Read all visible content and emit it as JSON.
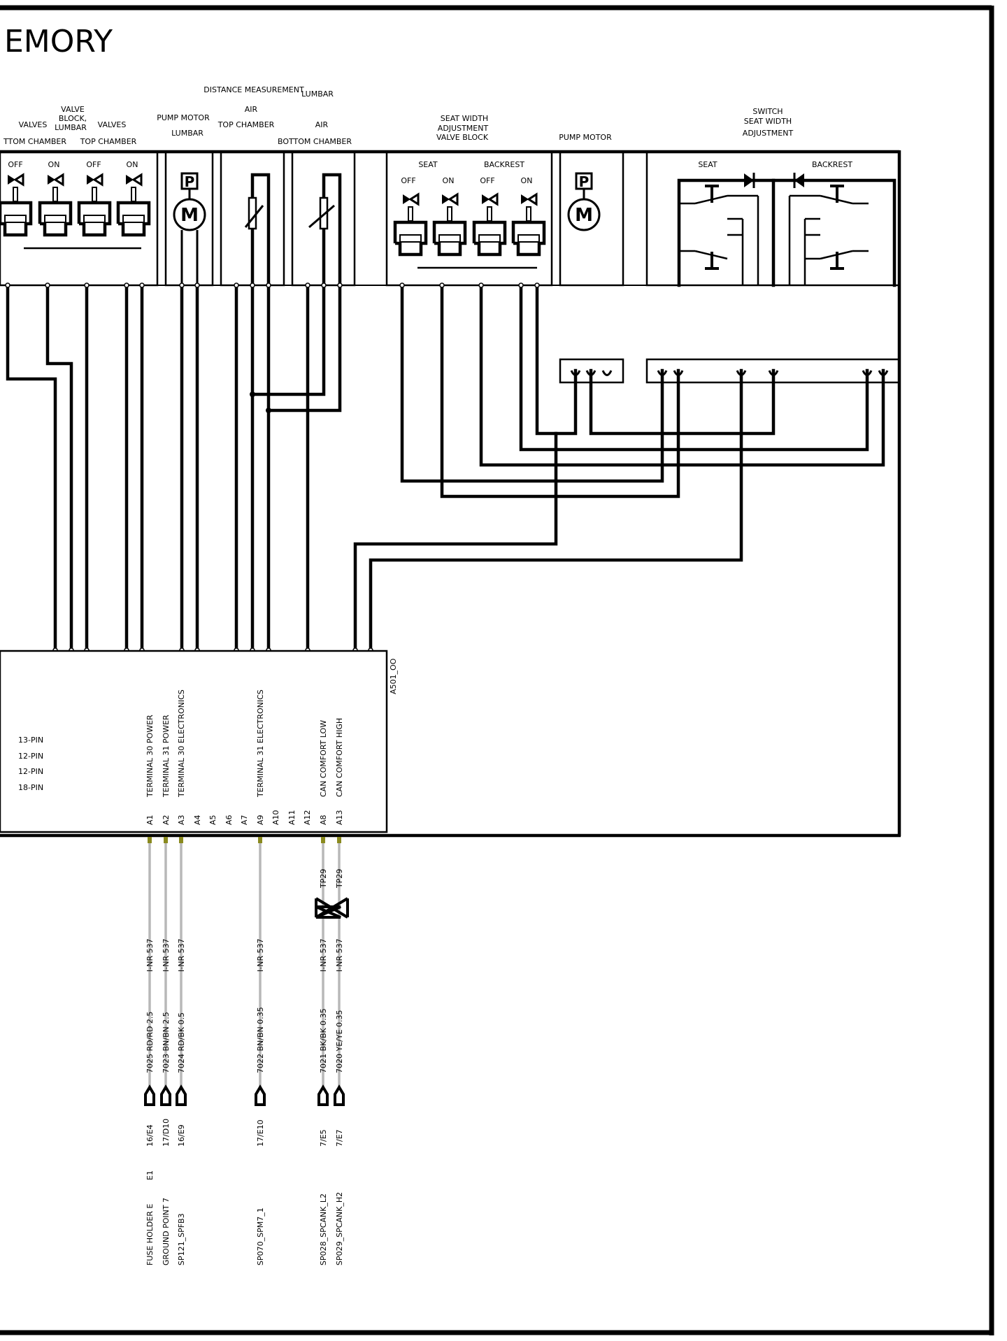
{
  "title": "EMORY",
  "labels": {
    "valves_bottom": "VALVES",
    "bottom_chamber": "TTOM CHAMBER",
    "valve_block_lumbar": [
      "VALVE",
      "BLOCK,",
      "LUMBAR"
    ],
    "valves_top": "VALVES",
    "top_chamber": "TOP CHAMBER",
    "pump_motor_lumbar": [
      "PUMP MOTOR",
      "LUMBAR"
    ],
    "distance_measurement": "DISTANCE MEASUREMENT",
    "lumbar": "LUMBAR",
    "air_top": [
      "AIR",
      "TOP CHAMBER"
    ],
    "air_bottom": [
      "AIR",
      "BOTTOM CHAMBER"
    ],
    "seat_width_valve_block": [
      "SEAT WIDTH",
      "ADJUSTMENT",
      "VALVE BLOCK"
    ],
    "pump_motor": "PUMP MOTOR",
    "switch_seat_width": [
      "SWITCH",
      "SEAT WIDTH",
      "ADJUSTMENT"
    ],
    "off": "OFF",
    "on": "ON",
    "seat": "SEAT",
    "backrest": "BACKREST",
    "pump_symbol": "P",
    "motor_symbol": "M"
  },
  "control_unit": {
    "id": "A501_OO",
    "pin_counts": [
      "13-PIN",
      "12-PIN",
      "12-PIN",
      "18-PIN"
    ],
    "signals": {
      "A1": "TERMINAL 30 POWER",
      "A2": "TERMINAL 31 POWER",
      "A3": "TERMINAL 30 ELECTRONICS",
      "A9": "TERMINAL 31 ELECTRONICS",
      "A8": "CAN COMFORT LOW",
      "A13": "CAN COMFORT HIGH"
    },
    "pins": [
      "A1",
      "A2",
      "A3",
      "A4",
      "A5",
      "A6",
      "A7",
      "A9",
      "A10",
      "A11",
      "A12",
      "A8",
      "A13"
    ]
  },
  "wires": [
    {
      "pin": "A1",
      "connector": "I-NR 537",
      "wire": "7025 RD/RD 2.5",
      "location": "16/E4",
      "destination": "FUSE HOLDER E",
      "extra": "E1"
    },
    {
      "pin": "A2",
      "connector": "I-NR 537",
      "wire": "7023 BN/BN 2.5",
      "location": "17/D10",
      "destination": "GROUND POINT 7"
    },
    {
      "pin": "A3",
      "connector": "I-NR 537",
      "wire": "7024 RD/BK 0.5",
      "location": "16/E9",
      "destination": "SP121_SPFB3"
    },
    {
      "pin": "A9",
      "connector": "I-NR 537",
      "wire": "7022 BN/BN 0.35",
      "location": "17/E10",
      "destination": "SP070_SPM7_1"
    },
    {
      "pin": "A8",
      "connector": "I-NR 537",
      "twist": "TP29",
      "wire": "7021 BK/BK 0.35",
      "location": "7/E5",
      "destination": "SP028_SPCANK_L2"
    },
    {
      "pin": "A13",
      "connector": "I-NR 537",
      "twist": "TP29",
      "wire": "7020 YE/YE 0.35",
      "location": "7/E7",
      "destination": "SP029_SPCANK_H2"
    }
  ],
  "colors": {
    "line": "#000000",
    "wire_gray": "#b8b8b8",
    "pin_marker": "#8a8a1e",
    "background": "#ffffff"
  }
}
